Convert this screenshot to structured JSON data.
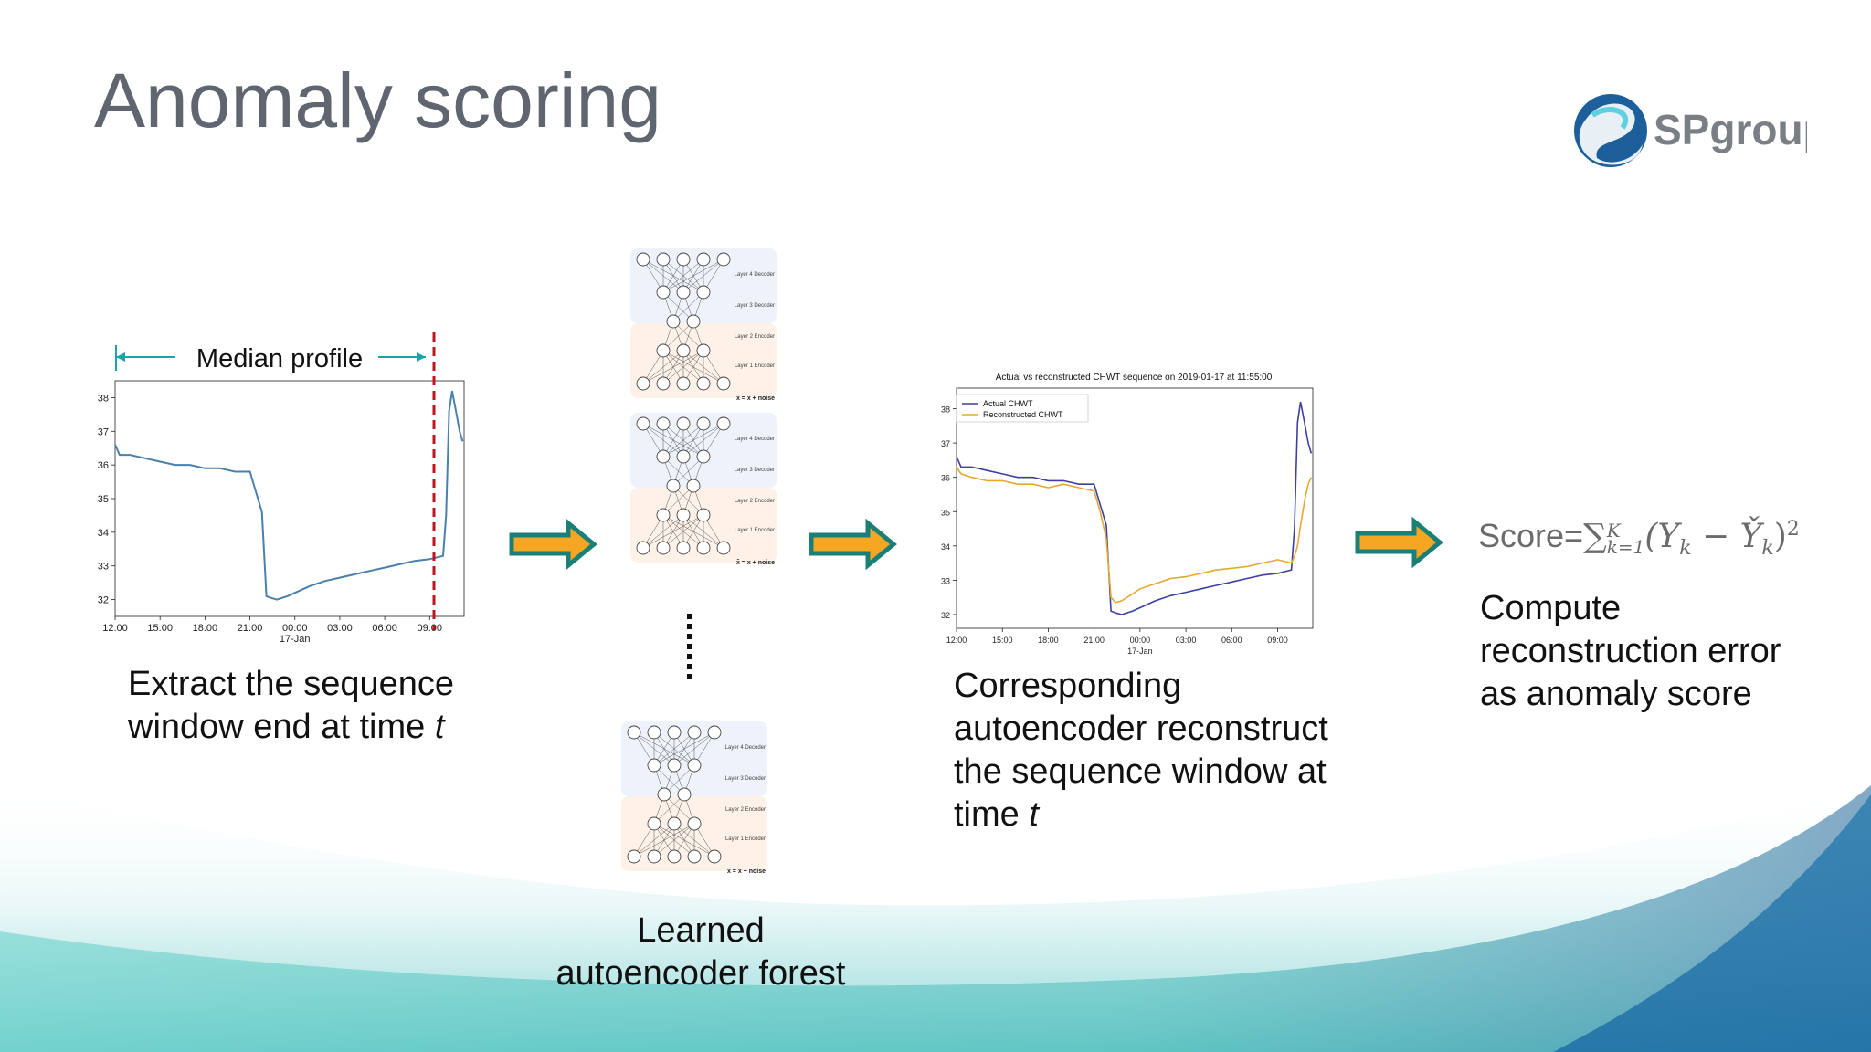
{
  "slide": {
    "title": "Anomaly scoring",
    "logo_text": "SPgroup",
    "colors": {
      "title": "#5f6670",
      "arrow_fill": "#f5a623",
      "arrow_stroke": "#1a7f77",
      "teal": "#1aa5a8",
      "red_dash": "#c0141e",
      "series_blue": "#4b80ad",
      "actual": "#3d3fa3",
      "reconstructed": "#e6a830"
    }
  },
  "step1": {
    "annotation": "Median profile",
    "caption_line1": "Extract the sequence",
    "caption_line2": "window end at time ",
    "caption_var": "t"
  },
  "step2": {
    "layer_labels": [
      "Layer 4 Decoder",
      "Layer 3 Decoder",
      "Layer 2 Encoder",
      "Layer 1 Encoder"
    ],
    "input_label": "x̃ = x + noise",
    "caption_line1": "Learned",
    "caption_line2": "autoencoder forest"
  },
  "step3": {
    "caption_line1": "Corresponding",
    "caption_line2": "autoencoder reconstruct",
    "caption_line3": "the sequence window at",
    "caption_line4": "time ",
    "caption_var": "t"
  },
  "step4": {
    "formula_label": "Score=",
    "formula_sum": "∑",
    "formula_sup": "K",
    "formula_sub": "k=1",
    "formula_body": "(Y",
    "formula_k1": "k",
    "formula_minus": " − Y̌",
    "formula_k2": "k",
    "formula_close": ")",
    "formula_exp": "2",
    "caption_line1": "Compute",
    "caption_line2": "reconstruction error",
    "caption_line3": "as anomaly score"
  },
  "chart_data": [
    {
      "type": "line",
      "title": "",
      "xlabel": "",
      "ylabel": "",
      "x_ticks": [
        "12:00",
        "15:00",
        "18:00",
        "21:00",
        "00:00",
        "03:00",
        "06:00",
        "09:00"
      ],
      "x_sublabel": "17-Jan",
      "y_ticks": [
        32,
        33,
        34,
        35,
        36,
        37,
        38
      ],
      "ylim": [
        31.5,
        38.5
      ],
      "xlim": [
        0,
        23.3
      ],
      "series": [
        {
          "x": [
            0,
            0.3,
            1,
            2,
            3,
            4,
            5,
            6,
            7,
            8,
            9,
            9.4,
            9.8,
            10.1,
            10.4,
            10.8,
            11.5,
            12,
            13,
            14,
            15,
            16,
            17,
            18,
            19,
            20,
            21,
            21.9,
            22.1,
            22.3,
            22.5,
            22.8,
            23.0,
            23.2
          ],
          "y": [
            36.6,
            36.3,
            36.3,
            36.2,
            36.1,
            36.0,
            36.0,
            35.9,
            35.9,
            35.8,
            35.8,
            35.2,
            34.6,
            32.1,
            32.05,
            32.0,
            32.1,
            32.2,
            32.4,
            32.55,
            32.65,
            32.75,
            32.85,
            32.95,
            33.05,
            33.15,
            33.2,
            33.3,
            34.5,
            37.6,
            38.2,
            37.5,
            37.0,
            36.7
          ]
        }
      ]
    },
    {
      "type": "line",
      "title": "Actual vs reconstructed CHWT sequence on 2019-01-17 at 11:55:00",
      "xlabel": "",
      "ylabel": "",
      "x_ticks": [
        "12:00",
        "15:00",
        "18:00",
        "21:00",
        "00:00",
        "03:00",
        "06:00",
        "09:00"
      ],
      "x_sublabel": "17-Jan",
      "y_ticks": [
        32,
        33,
        34,
        35,
        36,
        37,
        38
      ],
      "ylim": [
        31.6,
        38.6
      ],
      "xlim": [
        0,
        23.3
      ],
      "legend": "top-left",
      "series": [
        {
          "name": "Actual CHWT",
          "x": [
            0,
            0.3,
            1,
            2,
            3,
            4,
            5,
            6,
            7,
            8,
            9,
            9.4,
            9.8,
            10.1,
            10.4,
            10.8,
            11.5,
            12,
            13,
            14,
            15,
            16,
            17,
            18,
            19,
            20,
            21,
            21.9,
            22.1,
            22.3,
            22.5,
            22.8,
            23.0,
            23.2
          ],
          "y": [
            36.6,
            36.3,
            36.3,
            36.2,
            36.1,
            36.0,
            36.0,
            35.9,
            35.9,
            35.8,
            35.8,
            35.2,
            34.6,
            32.1,
            32.05,
            32.0,
            32.1,
            32.2,
            32.4,
            32.55,
            32.65,
            32.75,
            32.85,
            32.95,
            33.05,
            33.15,
            33.2,
            33.3,
            34.5,
            37.6,
            38.2,
            37.5,
            37.0,
            36.7
          ]
        },
        {
          "name": "Reconstructed CHWT",
          "x": [
            0,
            0.3,
            1,
            2,
            3,
            4,
            5,
            6,
            7,
            8,
            9,
            9.4,
            9.8,
            10.1,
            10.4,
            10.8,
            11.5,
            12,
            13,
            14,
            15,
            16,
            17,
            18,
            19,
            20,
            21,
            21.9,
            22.1,
            22.3,
            22.5,
            22.8,
            23.0,
            23.2
          ],
          "y": [
            36.3,
            36.1,
            36.0,
            35.9,
            35.9,
            35.8,
            35.8,
            35.7,
            35.8,
            35.7,
            35.6,
            35.0,
            34.2,
            32.5,
            32.35,
            32.4,
            32.6,
            32.75,
            32.9,
            33.05,
            33.1,
            33.2,
            33.3,
            33.35,
            33.4,
            33.5,
            33.6,
            33.5,
            33.7,
            34.0,
            34.6,
            35.4,
            35.8,
            36.0
          ]
        }
      ]
    }
  ]
}
